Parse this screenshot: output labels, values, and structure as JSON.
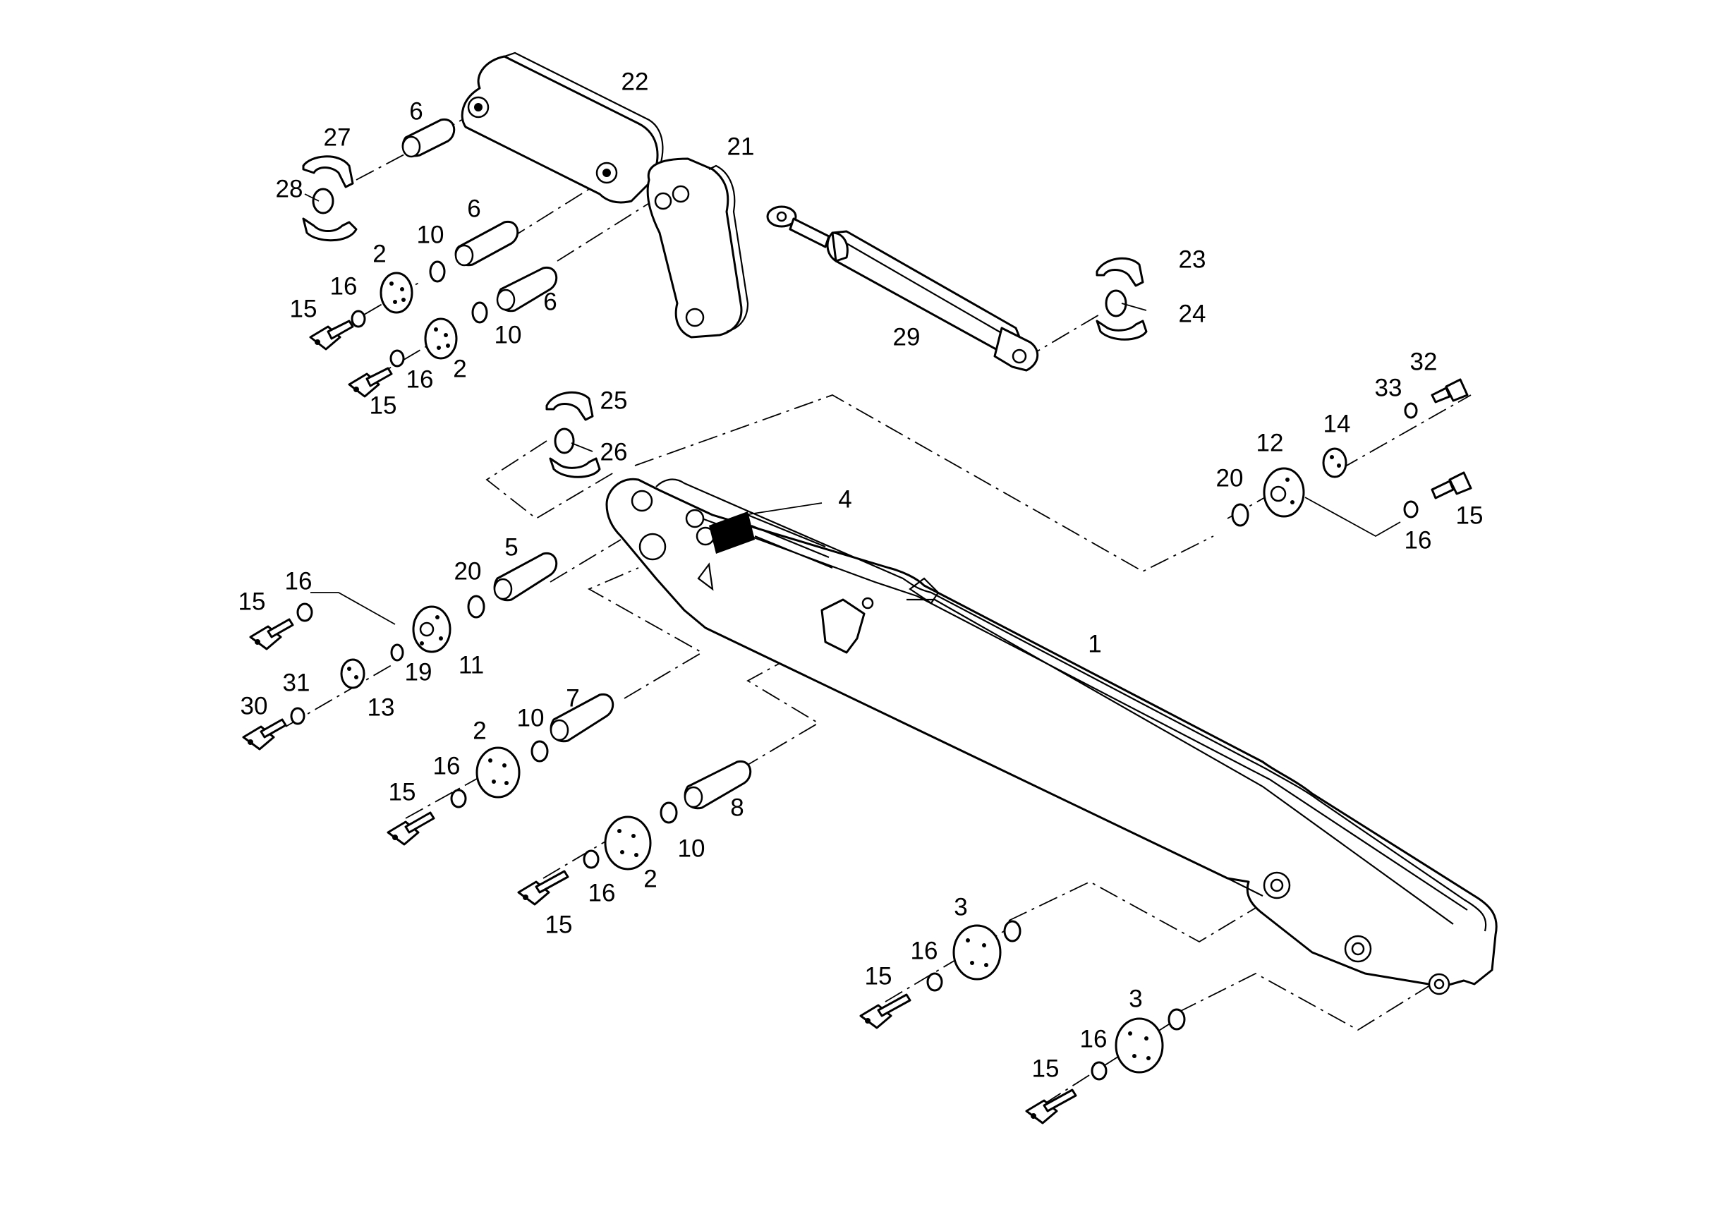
{
  "labels": [
    "1",
    "2",
    "3",
    "4",
    "5",
    "6",
    "7",
    "8",
    "10",
    "11",
    "12",
    "13",
    "14",
    "15",
    "16",
    "19",
    "20",
    "21",
    "22",
    "23",
    "24",
    "25",
    "26",
    "27",
    "28",
    "29",
    "30",
    "31",
    "32",
    "33"
  ],
  "colors": {
    "line": "#000000",
    "background": "#ffffff"
  }
}
